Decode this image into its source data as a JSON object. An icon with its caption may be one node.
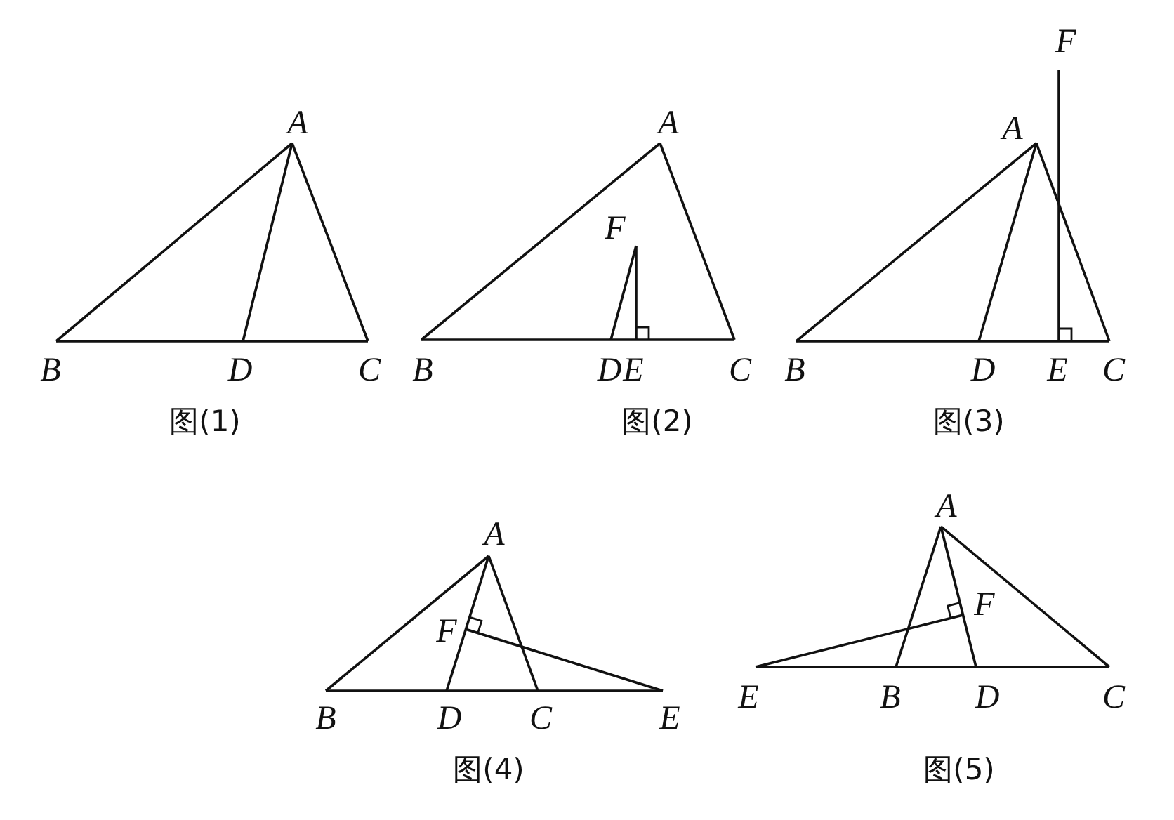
{
  "diagram": {
    "labels": [
      "A",
      "B",
      "D",
      "C",
      "图(1)",
      "A",
      "F",
      "B",
      "D",
      "E",
      "C",
      "图(2)",
      "F",
      "A",
      "B",
      "D",
      "E",
      "C",
      "图(3)",
      "A",
      "F",
      "B",
      "D",
      "C",
      "E",
      "图(4)",
      "A",
      "F",
      "E",
      "B",
      "D",
      "C",
      "图(5)"
    ]
  }
}
